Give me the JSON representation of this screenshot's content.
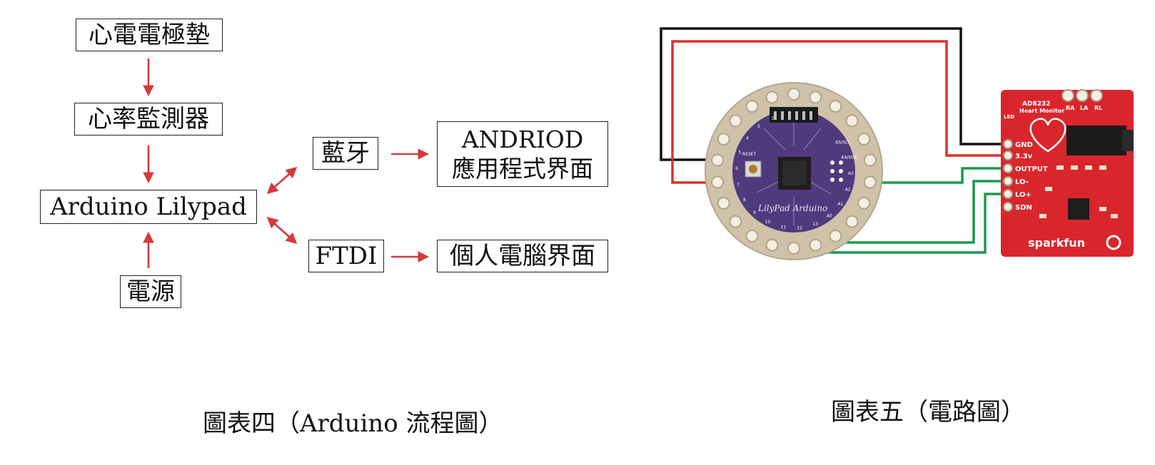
{
  "flowchart": {
    "electrode_pad": "心電電極墊",
    "heart_monitor": "心率監測器",
    "arduino": "Arduino Lilypad",
    "power": "電源",
    "bluetooth": "藍牙",
    "android_line1": "ANDRIOD",
    "android_line2": "應用程式界面",
    "ftdi": "FTDI",
    "pc_ui": "個人電腦界面",
    "caption": "圖表四（Arduino 流程圖）"
  },
  "circuit": {
    "caption": "圖表五（電路圖）",
    "lilypad": {
      "logo": "LilyPad Arduino",
      "reset": "RESET",
      "pin_labels": [
        "2",
        "3",
        "4",
        "5",
        "6",
        "7",
        "8",
        "9",
        "10",
        "11",
        "12",
        "13",
        "A0",
        "A1",
        "A2",
        "A3",
        "A4/SDA",
        "A5/SCL"
      ]
    },
    "sensor": {
      "chip": "AD8232",
      "title": "Heart Monitor",
      "led": "LED",
      "pins": [
        "GND",
        "3.3v",
        "OUTPUT",
        "LO-",
        "LO+",
        "SDN"
      ],
      "top_pins": [
        "RA",
        "LA",
        "RL"
      ],
      "brand": "sparkfun"
    },
    "colors": {
      "gnd_wire": "#111111",
      "power_wire": "#d8312e",
      "signal_wire": "#1a9b4b",
      "lilypad_board": "#4f3a7d",
      "sensor_board": "#d9262c",
      "arrow": "#d33a3a"
    }
  }
}
